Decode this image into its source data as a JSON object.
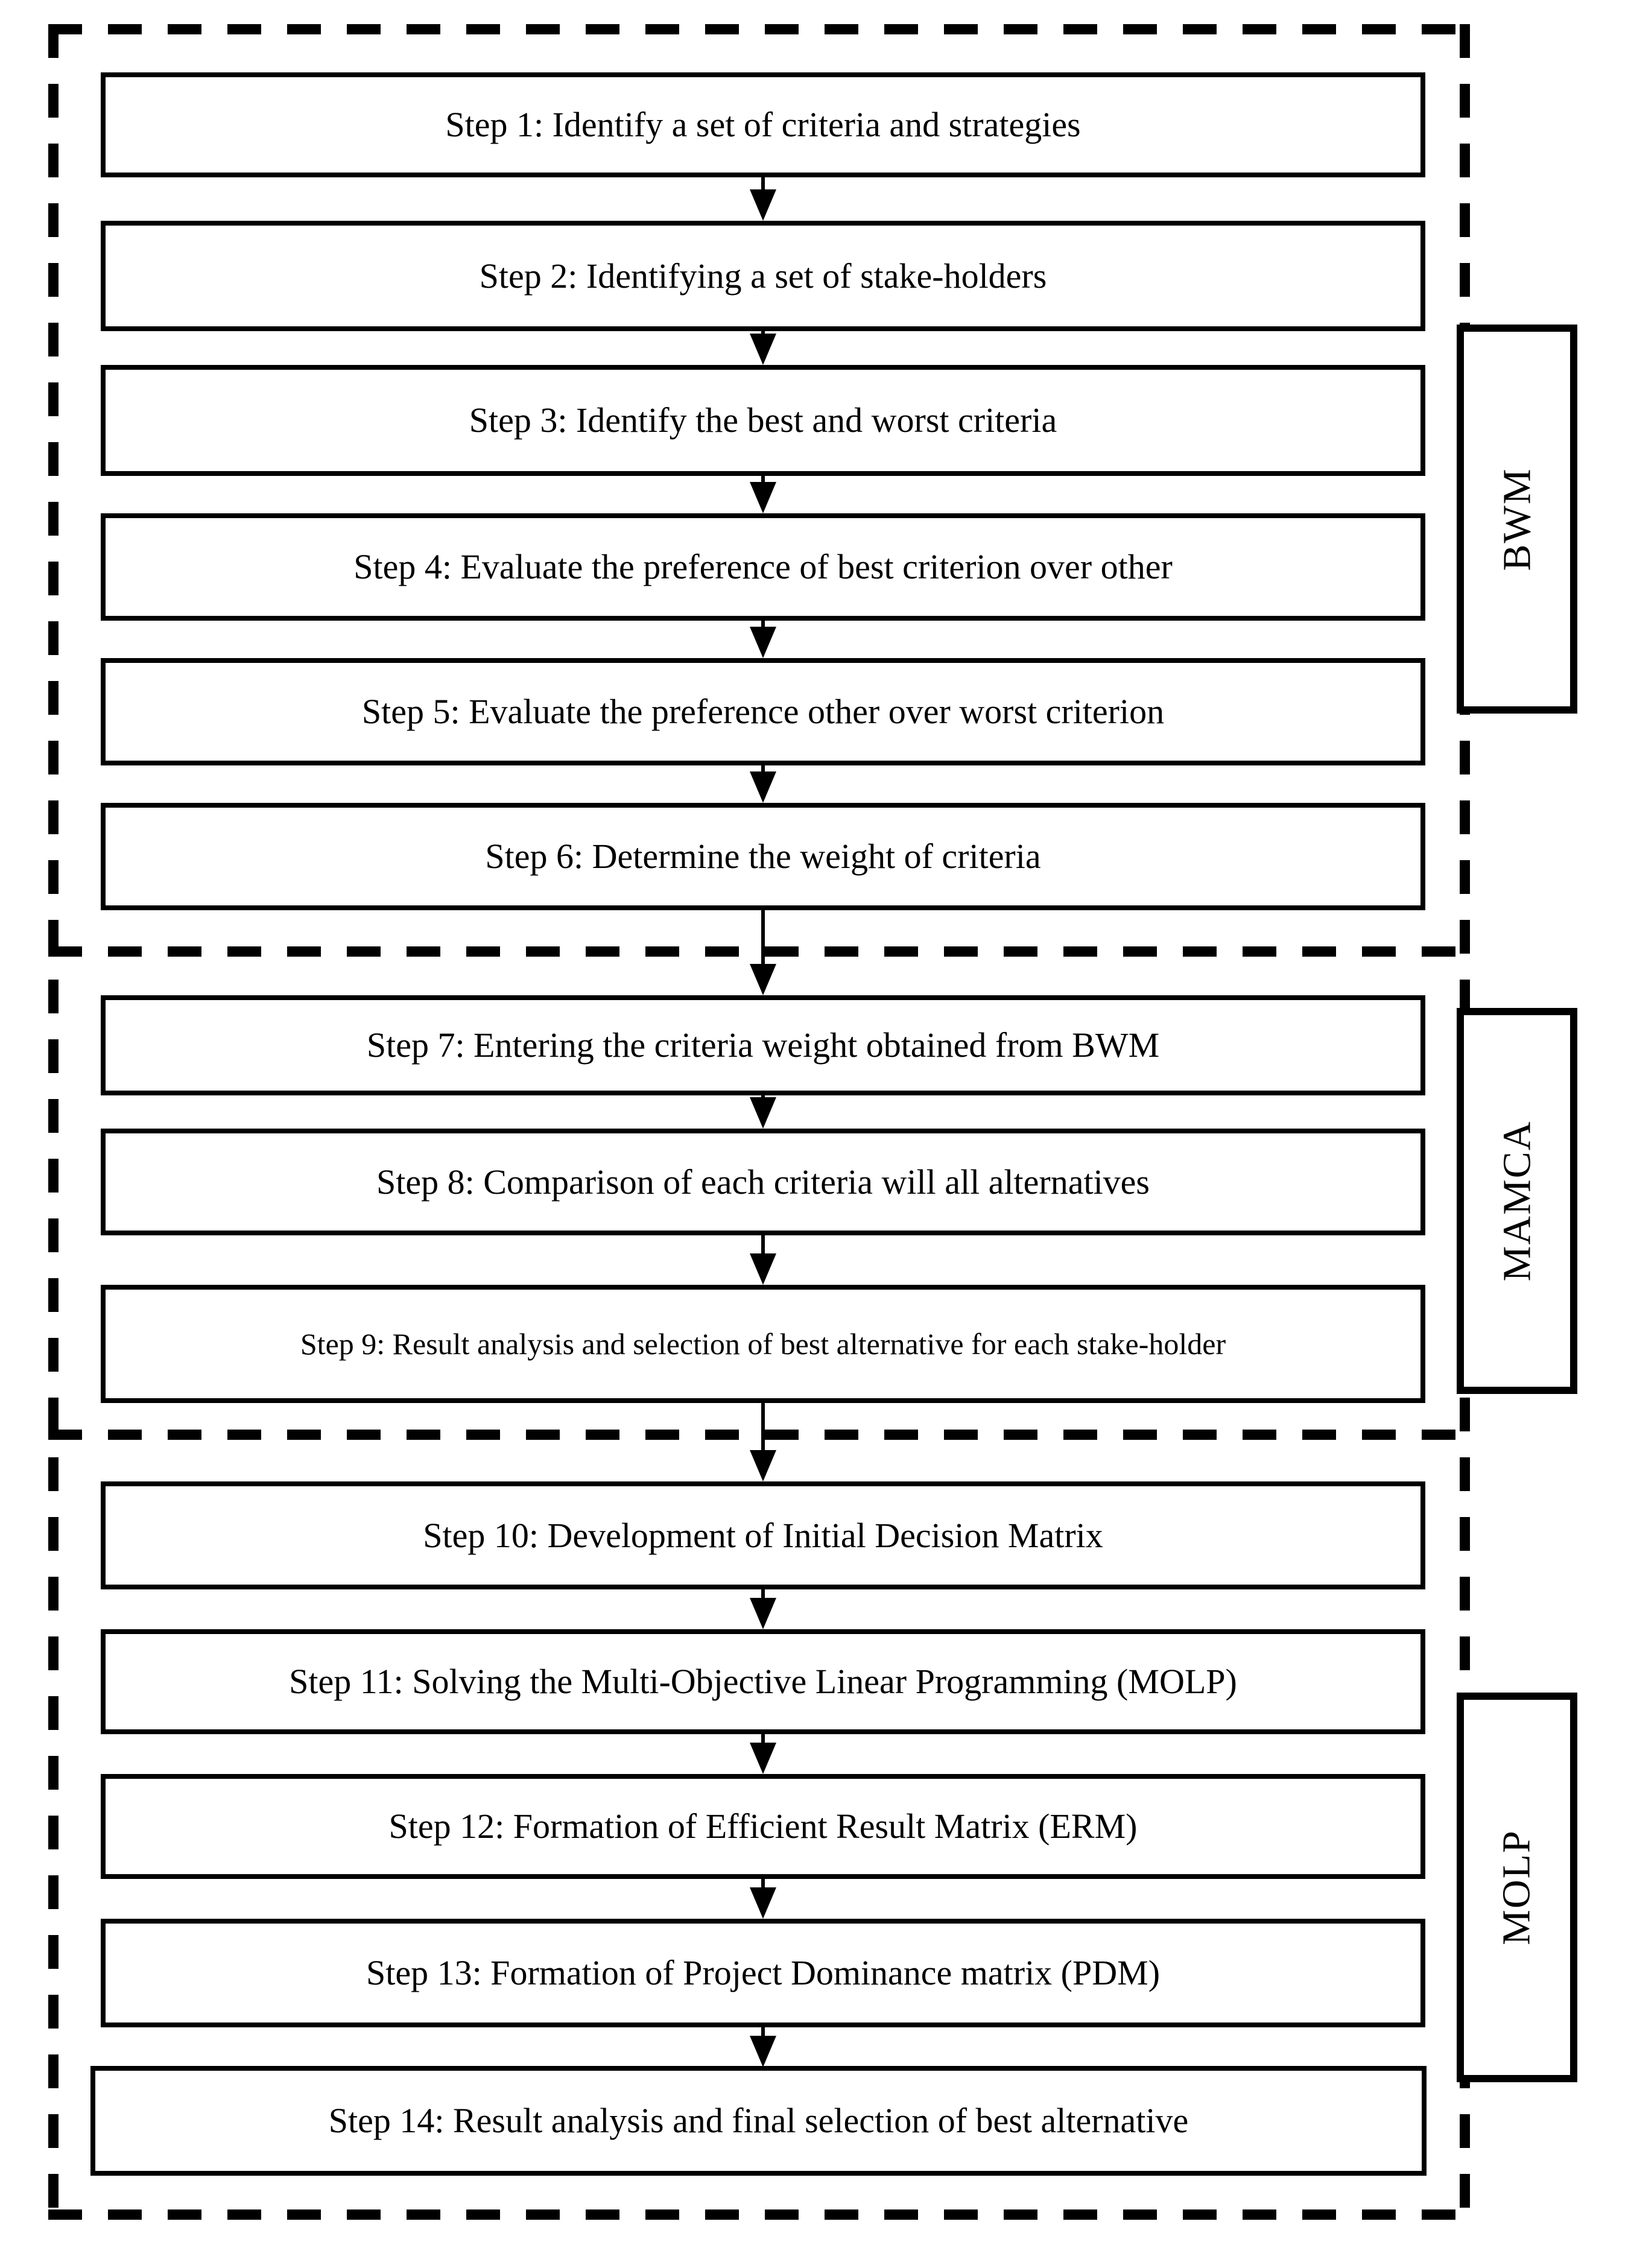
{
  "flowchart": {
    "groups": [
      {
        "label": "BWM"
      },
      {
        "label": "MAMCA"
      },
      {
        "label": "MOLP"
      }
    ],
    "steps": [
      {
        "label": "Step 1: Identify a set of criteria and strategies"
      },
      {
        "label": "Step 2: Identifying a set of stake-holders"
      },
      {
        "label": "Step 3: Identify the best and worst criteria"
      },
      {
        "label": "Step 4: Evaluate the preference of best criterion over other"
      },
      {
        "label": "Step 5: Evaluate the preference other over worst criterion"
      },
      {
        "label": "Step 6: Determine the weight of criteria"
      },
      {
        "label": "Step 7: Entering the criteria weight obtained from BWM"
      },
      {
        "label": "Step 8: Comparison of each criteria will all alternatives"
      },
      {
        "label": "Step 9: Result analysis and selection of best alternative for each stake-holder"
      },
      {
        "label": "Step 10: Development of Initial Decision Matrix"
      },
      {
        "label": "Step 11: Solving the Multi-Objective Linear Programming (MOLP)"
      },
      {
        "label": "Step 12: Formation of Efficient Result Matrix (ERM)"
      },
      {
        "label": "Step 13: Formation of Project Dominance matrix (PDM)"
      },
      {
        "label": "Step 14: Result analysis and final selection of best alternative"
      }
    ],
    "colors": {
      "line": "#000000",
      "background": "#ffffff"
    }
  }
}
